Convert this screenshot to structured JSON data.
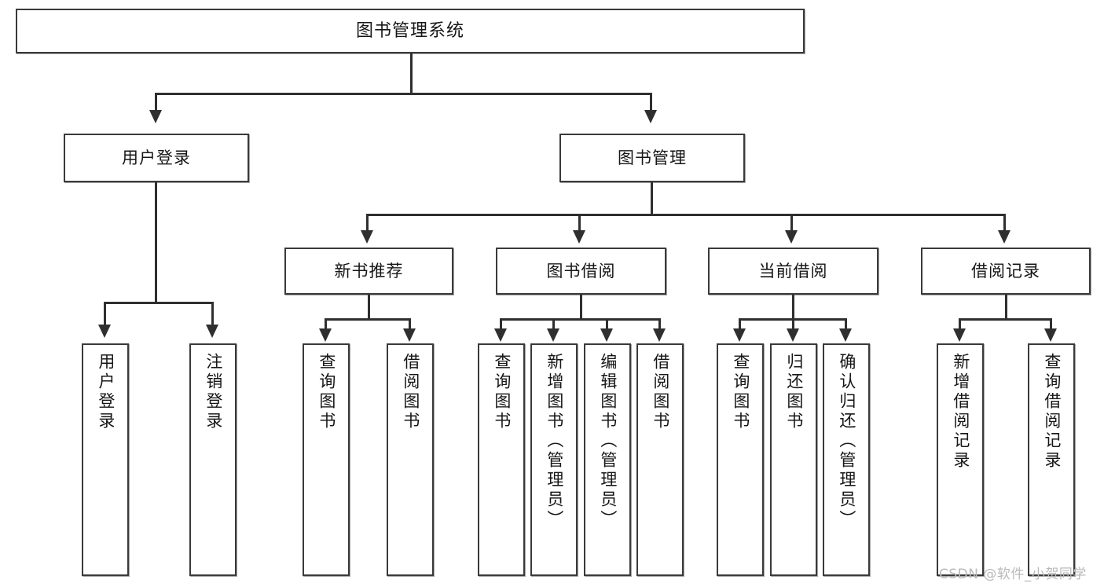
{
  "diagram": {
    "kind": "tree-diagram",
    "title_node": {
      "label": "图书管理系统"
    },
    "level1": [
      {
        "id": "user-login",
        "label": "用户登录"
      },
      {
        "id": "book-manage",
        "label": "图书管理"
      }
    ],
    "level2": [
      {
        "id": "new-book-recommend",
        "label": "新书推荐",
        "parent": "book-manage"
      },
      {
        "id": "book-borrow",
        "label": "图书借阅",
        "parent": "book-manage"
      },
      {
        "id": "current-borrow",
        "label": "当前借阅",
        "parent": "book-manage"
      },
      {
        "id": "borrow-record",
        "label": "借阅记录",
        "parent": "book-manage"
      }
    ],
    "leaves": [
      {
        "id": "leaf-user-login",
        "label": "用户登录",
        "parent": "user-login"
      },
      {
        "id": "leaf-user-logout",
        "label": "注销登录",
        "parent": "user-login"
      },
      {
        "id": "leaf-query-book-1",
        "label": "查询图书",
        "parent": "new-book-recommend"
      },
      {
        "id": "leaf-borrow-book-1",
        "label": "借阅图书",
        "parent": "new-book-recommend"
      },
      {
        "id": "leaf-query-book-2",
        "label": "查询图书",
        "parent": "book-borrow"
      },
      {
        "id": "leaf-add-book",
        "label": "新增图书（管理员）",
        "parent": "book-borrow"
      },
      {
        "id": "leaf-edit-book",
        "label": "编辑图书（管理员）",
        "parent": "book-borrow"
      },
      {
        "id": "leaf-borrow-book-2",
        "label": "借阅图书",
        "parent": "book-borrow"
      },
      {
        "id": "leaf-query-book-3",
        "label": "查询图书",
        "parent": "current-borrow"
      },
      {
        "id": "leaf-return-book",
        "label": "归还图书",
        "parent": "current-borrow"
      },
      {
        "id": "leaf-confirm-return",
        "label": "确认归还（管理员）",
        "parent": "current-borrow"
      },
      {
        "id": "leaf-add-record",
        "label": "新增借阅记录",
        "parent": "borrow-record"
      },
      {
        "id": "leaf-query-record",
        "label": "查询借阅记录",
        "parent": "borrow-record"
      }
    ],
    "colors": {
      "box_border": "#3a3a3a",
      "connector": "#2f2f2f",
      "background": "#ffffff",
      "text": "#161616",
      "watermark": "#b9b9b9"
    }
  },
  "watermark": {
    "text": "CSDN @软件_小贺同学"
  }
}
